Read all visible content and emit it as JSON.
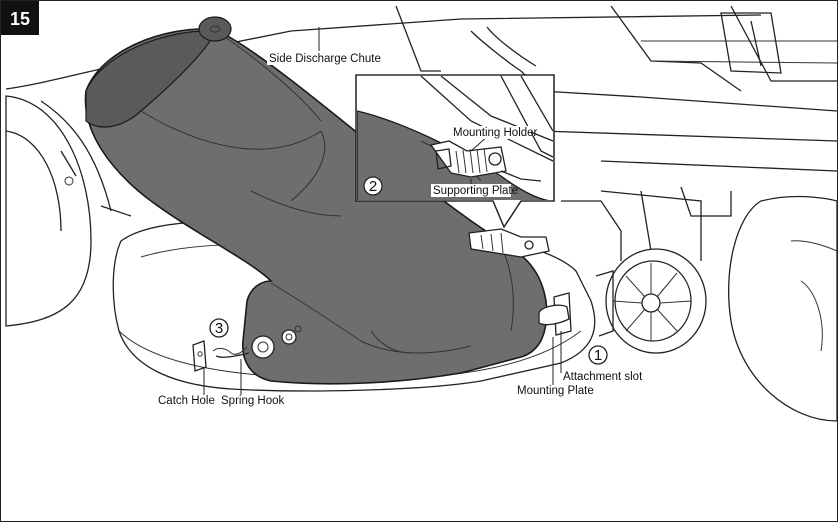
{
  "figure_number": "15",
  "labels": {
    "side_discharge_chute": "Side Discharge Chute",
    "mounting_holder": "Mounting Holder",
    "supporting_plate": "Supporting Plate",
    "attachment_slot": "Attachment slot",
    "mounting_plate": "Mounting Plate",
    "catch_hole": "Catch Hole",
    "spring_hook": "Spring Hook"
  },
  "steps": {
    "one": "1",
    "two": "2",
    "three": "3"
  },
  "colors": {
    "chute": "#6e6e6e",
    "badge": "#111111",
    "line": "#222222"
  }
}
